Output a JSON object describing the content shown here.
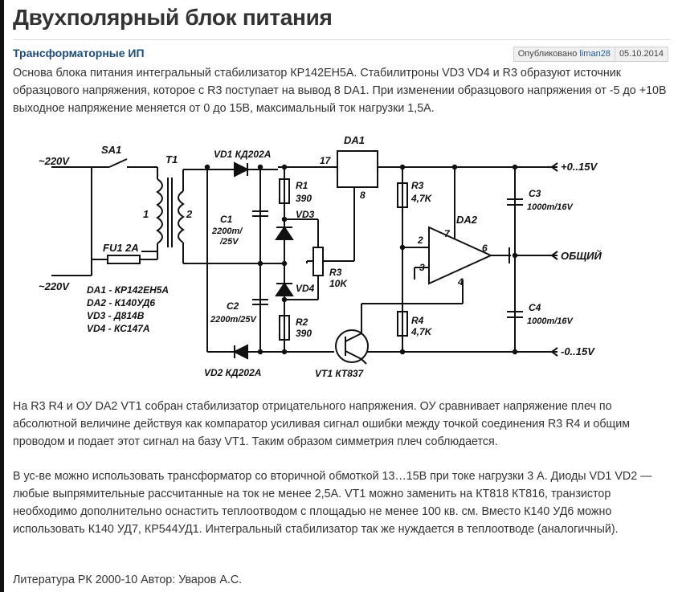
{
  "page": {
    "title": "Двухполярный блок питания",
    "category": "Трансформаторные ИП",
    "published_label": "Опубликовано",
    "author": "liman28",
    "date": "05.10.2014"
  },
  "paragraphs": {
    "p1": "Основа блока питания интегральный стабилизатор КР142ЕН5А. Стабилитроны VD3 VD4 и R3 образуют источник образцового напряжения, которое с R3 поступает на вывод 8 DA1. При изменении образцового напряжения от -5 до +10В выходное напряжение меняется от 0 до 15В, максимальный ток нагрузки 1,5А.",
    "p2": "На R3 R4 и ОУ DA2 VT1 собран стабилизатор отрицательного напряжения. ОУ сравнивает напряжение плеч по абсолютной величине действуя как компаратор усиливая сигнал ошибки между точкой соединения R3 R4 и общим проводом и подает этот сигнал на базу VT1. Таким образом симметрия плеч соблюдается.",
    "p3": "В ус-ве можно использовать трансформатор со вторичной обмоткой 13…15В при токе нагрузки 3 А. Диоды VD1 VD2 — любые выпрямительные рассчитанные на ток не менее 2,5А. VT1 можно заменить на КТ818 КТ816, транзистор необходимо дополнительно оснастить теплоотводом с площадью не менее 100 кв. см. Вместо К140 УД6 можно использовать К140 УД7, КР544УД1. Интегральный стабилизатор так же нуждается в теплоотводе (аналогичный).",
    "p4": "Литература РК 2000-10 Автор: Уваров А.С."
  },
  "schematic": {
    "ac_in_top": "~220V",
    "ac_in_bottom": "~220V",
    "switch": "SA1",
    "transformer": "T1",
    "winding1": "1",
    "winding2": "2",
    "fuse": "FU1 2A",
    "vd1": "VD1 КД202А",
    "vd2": "VD2 КД202А",
    "c1_name": "C1",
    "c1_value_a": "2200m/",
    "c1_value_b": "/25V",
    "c2_name": "C2",
    "c2_value": "2200m/25V",
    "r1_name": "R1",
    "r1_value": "390",
    "r2_name": "R2",
    "r2_value": "390",
    "vd3": "VD3",
    "vd4": "VD4",
    "r3_pot_name": "R3",
    "r3_pot_value": "10K",
    "da1": "DA1",
    "da1_pin17": "17",
    "da1_pin8": "8",
    "r3_name": "R3",
    "r3_value": "4,7K",
    "r4_name": "R4",
    "r4_value": "4,7K",
    "da2": "DA2",
    "pin2": "2",
    "pin3": "3",
    "pin4": "4",
    "pin6": "6",
    "pin7": "7",
    "vt1": "VT1 КТ837",
    "c3_name": "C3",
    "c3_value": "1000m/16V",
    "c4_name": "C4",
    "c4_value": "1000m/16V",
    "out_pos": "+0..15V",
    "out_common": "ОБЩИЙ",
    "out_neg": "-0..15V",
    "legend": [
      "DA1 - КР142ЕН5А",
      "DA2 - К140УД6",
      "VD3 - Д814В",
      "VD4 - КС147А"
    ]
  }
}
